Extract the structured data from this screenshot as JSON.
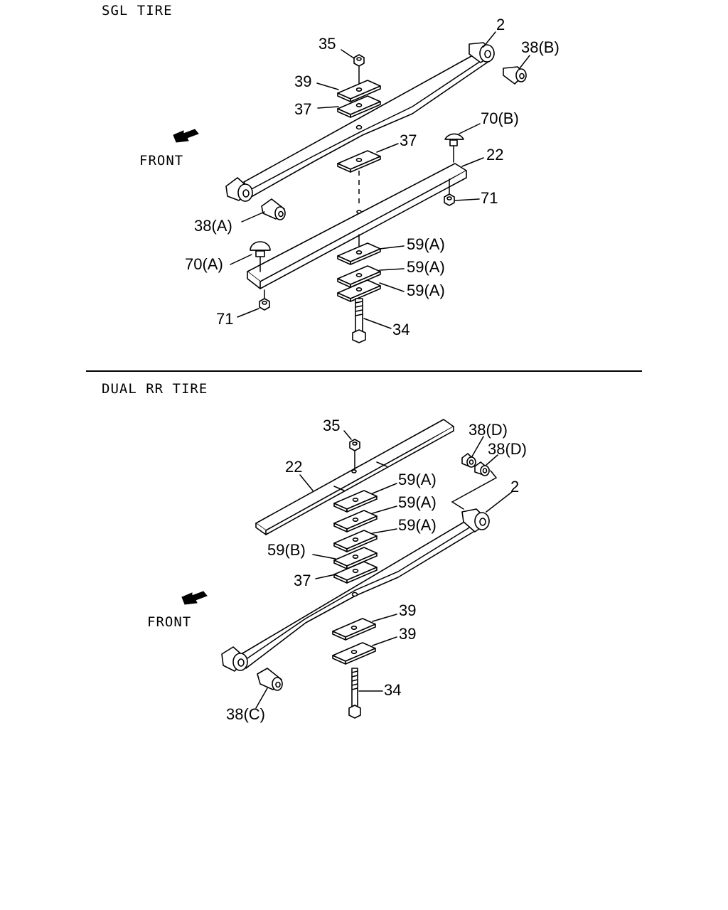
{
  "sections": {
    "single": {
      "title": "SGL TIRE",
      "front_label": "FRONT"
    },
    "dual": {
      "title": "DUAL RR TIRE",
      "front_label": "FRONT"
    }
  },
  "callouts": {
    "single": [
      {
        "id": "c2",
        "text": "2"
      },
      {
        "id": "c38b",
        "text": "38(B)"
      },
      {
        "id": "c35",
        "text": "35"
      },
      {
        "id": "c39",
        "text": "39"
      },
      {
        "id": "c37a",
        "text": "37"
      },
      {
        "id": "c70b",
        "text": "70(B)"
      },
      {
        "id": "c37b",
        "text": "37"
      },
      {
        "id": "c22",
        "text": "22"
      },
      {
        "id": "c71a",
        "text": "71"
      },
      {
        "id": "c38a",
        "text": "38(A)"
      },
      {
        "id": "c59a1",
        "text": "59(A)"
      },
      {
        "id": "c70a",
        "text": "70(A)"
      },
      {
        "id": "c59a2",
        "text": "59(A)"
      },
      {
        "id": "c59a3",
        "text": "59(A)"
      },
      {
        "id": "c71b",
        "text": "71"
      },
      {
        "id": "c34",
        "text": "34"
      }
    ],
    "dual": [
      {
        "id": "d35",
        "text": "35"
      },
      {
        "id": "d38d1",
        "text": "38(D)"
      },
      {
        "id": "d38d2",
        "text": "38(D)"
      },
      {
        "id": "d22",
        "text": "22"
      },
      {
        "id": "d2",
        "text": "2"
      },
      {
        "id": "d59a1",
        "text": "59(A)"
      },
      {
        "id": "d59a2",
        "text": "59(A)"
      },
      {
        "id": "d59a3",
        "text": "59(A)"
      },
      {
        "id": "d59b",
        "text": "59(B)"
      },
      {
        "id": "d37",
        "text": "37"
      },
      {
        "id": "d39a",
        "text": "39"
      },
      {
        "id": "d39b",
        "text": "39"
      },
      {
        "id": "d34",
        "text": "34"
      },
      {
        "id": "d38c",
        "text": "38(C)"
      }
    ]
  }
}
